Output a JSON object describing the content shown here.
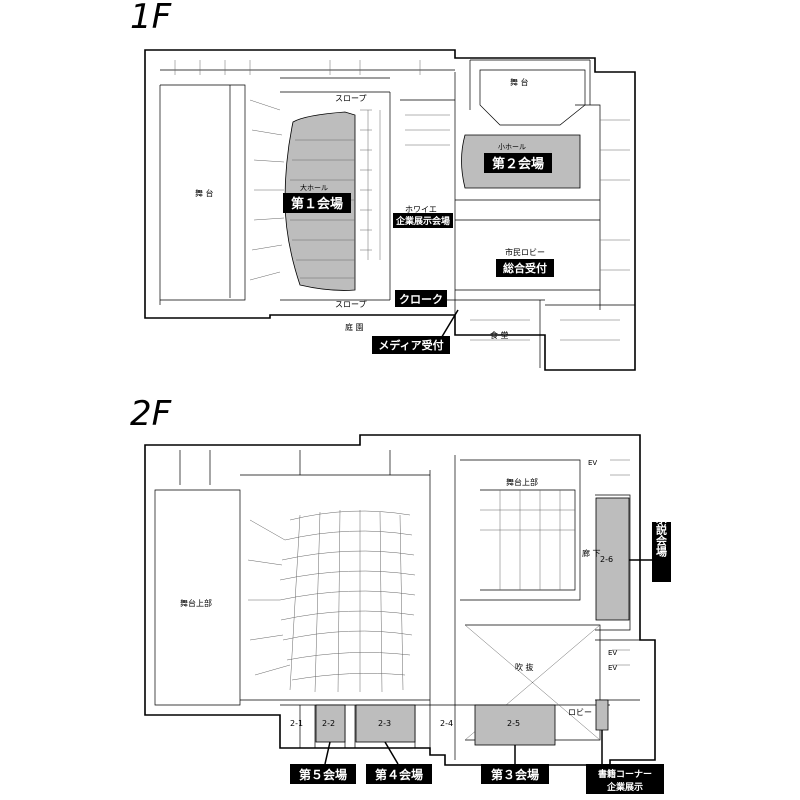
{
  "floors": {
    "f1": {
      "title": "1F",
      "labels": {
        "stage": "舞 台",
        "stage_right": "舞 台",
        "large_hall": "大ホール",
        "small_hall": "小ホール",
        "slope_top": "スロープ",
        "slope_bottom": "スロープ",
        "foyer": "ホワイエ",
        "lobby": "市民ロビー",
        "garden": "庭 園",
        "cafeteria": "食 堂"
      },
      "tags": {
        "venue1": "第１会場",
        "venue2": "第２会場",
        "exhibit": "企業展示会場",
        "reception": "総合受付",
        "cloak": "クローク",
        "media": "メディア受付"
      }
    },
    "f2": {
      "title": "2F",
      "labels": {
        "stage_upper_left": "舞台上部",
        "stage_upper_right": "舞台上部",
        "atrium": "吹 抜",
        "lobby": "ロビー",
        "corridor": "廊 下",
        "ev1": "EV",
        "ev2": "EV",
        "ev3": "EV",
        "r21": "2-1",
        "r22": "2-2",
        "r23": "2-3",
        "r24": "2-4",
        "r25": "2-5",
        "r26": "2-6"
      },
      "tags": {
        "venue5": "第５会場",
        "venue4": "第４会場",
        "venue3": "第３会場",
        "poster": "示説会場",
        "books_line1": "書籍コーナー",
        "books_line2": "企業展示"
      }
    }
  },
  "colors": {
    "venue_fill": "#bdbdbd",
    "tag_bg": "#000000",
    "tag_text": "#ffffff",
    "line": "#000000"
  }
}
